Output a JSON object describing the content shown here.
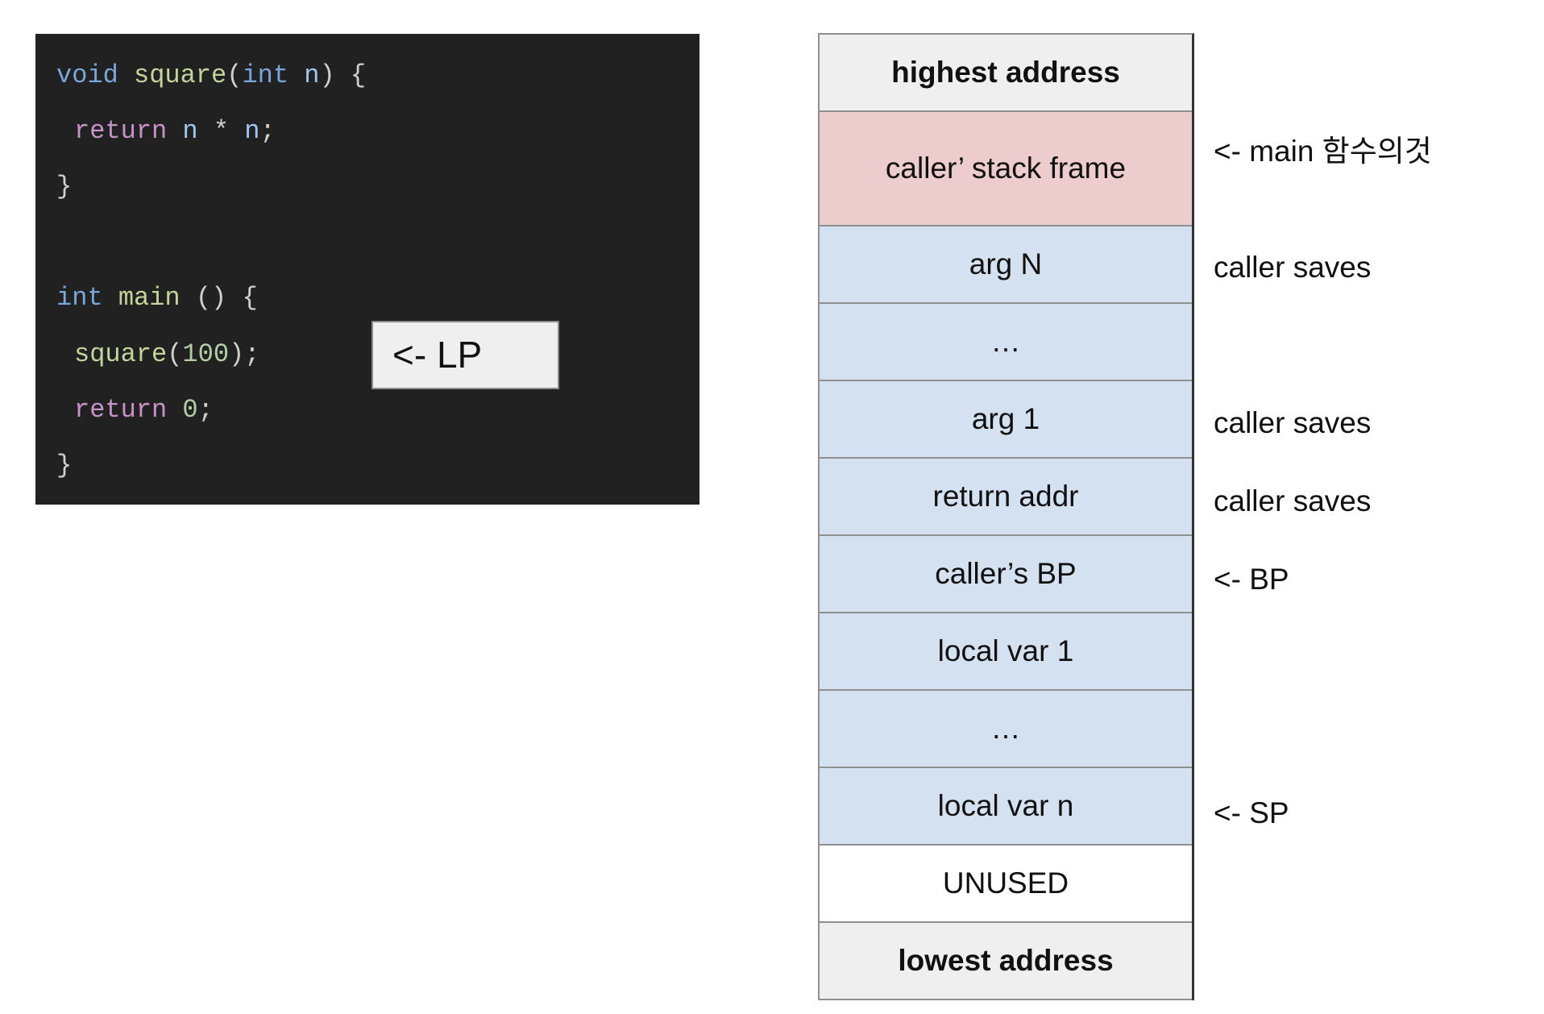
{
  "colors": {
    "code_bg": "#212121",
    "code_keyword": "#7aa6d9",
    "code_function": "#c6d39a",
    "code_control": "#c792c8",
    "code_variable": "#9ec6f0",
    "code_number": "#b5cea8",
    "code_punct": "#d0d0d0",
    "cell_gray": "#efefef",
    "cell_pink": "#eccccc",
    "cell_blue": "#d4e1f1",
    "cell_white": "#ffffff"
  },
  "code": {
    "lines": [
      {
        "indent": false,
        "tokens": [
          {
            "text": "void",
            "color": "#7aa6d9"
          },
          {
            "text": " ",
            "color": "#d0d0d0"
          },
          {
            "text": "square",
            "color": "#c6d39a"
          },
          {
            "text": "(",
            "color": "#d0d0d0"
          },
          {
            "text": "int",
            "color": "#7aa6d9"
          },
          {
            "text": " ",
            "color": "#d0d0d0"
          },
          {
            "text": "n",
            "color": "#9ec6f0"
          },
          {
            "text": ") {",
            "color": "#d0d0d0"
          }
        ]
      },
      {
        "indent": true,
        "tokens": [
          {
            "text": "return",
            "color": "#c792c8"
          },
          {
            "text": " ",
            "color": "#d0d0d0"
          },
          {
            "text": "n",
            "color": "#9ec6f0"
          },
          {
            "text": " * ",
            "color": "#d0d0d0"
          },
          {
            "text": "n",
            "color": "#9ec6f0"
          },
          {
            "text": ";",
            "color": "#d0d0d0"
          }
        ]
      },
      {
        "indent": false,
        "tokens": [
          {
            "text": "}",
            "color": "#d0d0d0"
          }
        ]
      },
      {
        "indent": false,
        "tokens": []
      },
      {
        "indent": false,
        "tokens": [
          {
            "text": "int",
            "color": "#7aa6d9"
          },
          {
            "text": " ",
            "color": "#d0d0d0"
          },
          {
            "text": "main",
            "color": "#c6d39a"
          },
          {
            "text": " () {",
            "color": "#d0d0d0"
          }
        ]
      },
      {
        "indent": true,
        "tokens": [
          {
            "text": "square",
            "color": "#c6d39a"
          },
          {
            "text": "(",
            "color": "#d0d0d0"
          },
          {
            "text": "100",
            "color": "#b5cea8"
          },
          {
            "text": ");",
            "color": "#d0d0d0"
          }
        ]
      },
      {
        "indent": true,
        "tokens": [
          {
            "text": "return",
            "color": "#c792c8"
          },
          {
            "text": " ",
            "color": "#d0d0d0"
          },
          {
            "text": "0",
            "color": "#b5cea8"
          },
          {
            "text": ";",
            "color": "#d0d0d0"
          }
        ]
      },
      {
        "indent": false,
        "tokens": [
          {
            "text": "}",
            "color": "#d0d0d0"
          }
        ]
      }
    ],
    "lp_label": "<- LP"
  },
  "stack": {
    "cells": [
      {
        "label": "highest address",
        "color": "#efefef",
        "bold": true,
        "tall": false
      },
      {
        "label": "caller’ stack frame",
        "color": "#eccccc",
        "bold": false,
        "tall": true
      },
      {
        "label": "arg N",
        "color": "#d4e1f1",
        "bold": false,
        "tall": false
      },
      {
        "label": "…",
        "color": "#d4e1f1",
        "bold": false,
        "tall": false
      },
      {
        "label": "arg 1",
        "color": "#d4e1f1",
        "bold": false,
        "tall": false
      },
      {
        "label": "return addr",
        "color": "#d4e1f1",
        "bold": false,
        "tall": false
      },
      {
        "label": "caller’s BP",
        "color": "#d4e1f1",
        "bold": false,
        "tall": false
      },
      {
        "label": "local var 1",
        "color": "#d4e1f1",
        "bold": false,
        "tall": false
      },
      {
        "label": "…",
        "color": "#d4e1f1",
        "bold": false,
        "tall": false
      },
      {
        "label": "local var n",
        "color": "#d4e1f1",
        "bold": false,
        "tall": false
      },
      {
        "label": "UNUSED",
        "color": "#ffffff",
        "bold": false,
        "tall": false
      },
      {
        "label": "lowest address",
        "color": "#efefef",
        "bold": true,
        "tall": false
      }
    ]
  },
  "annotations": {
    "main_frame": "<- main 함수의것",
    "arg_n": "caller saves",
    "arg_1": "caller saves",
    "return_addr": "caller saves",
    "bp": "<- BP",
    "sp": "<- SP"
  }
}
